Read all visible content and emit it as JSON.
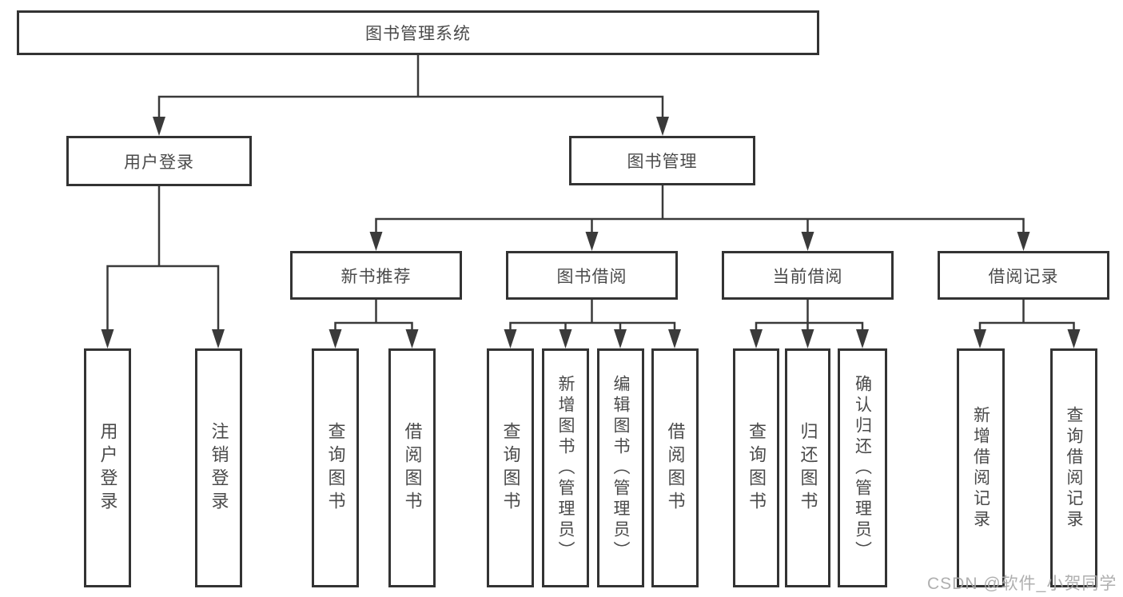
{
  "diagram": {
    "type": "hierarchy-tree",
    "root": {
      "label": "图书管理系统"
    },
    "branches": [
      {
        "label": "用户登录",
        "children": [
          {
            "label": "用户登录"
          },
          {
            "label": "注销登录"
          }
        ]
      },
      {
        "label": "图书管理",
        "children": [
          {
            "label": "新书推荐",
            "children": [
              {
                "label": "查询图书"
              },
              {
                "label": "借阅图书"
              }
            ]
          },
          {
            "label": "图书借阅",
            "children": [
              {
                "label": "查询图书"
              },
              {
                "label": "新增图书（管理员）"
              },
              {
                "label": "编辑图书（管理员）"
              },
              {
                "label": "借阅图书"
              }
            ]
          },
          {
            "label": "当前借阅",
            "children": [
              {
                "label": "查询图书"
              },
              {
                "label": "归还图书"
              },
              {
                "label": "确认归还（管理员）"
              }
            ]
          },
          {
            "label": "借阅记录",
            "children": [
              {
                "label": "新增借阅记录"
              },
              {
                "label": "查询借阅记录"
              }
            ]
          }
        ]
      }
    ]
  },
  "watermark": "CSDN @软件_小贺同学",
  "colors": {
    "background": "#ffffff",
    "box_border": "#333333",
    "connector_line": "#3a3a3a",
    "text": "#4a4a4a",
    "watermark": "#a8a8a8"
  }
}
